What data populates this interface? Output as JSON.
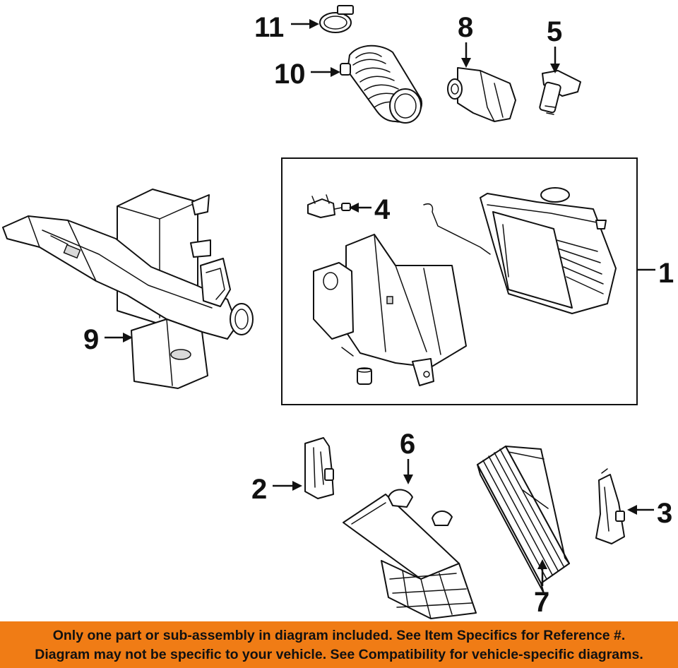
{
  "diagram": {
    "callouts": [
      "1",
      "2",
      "3",
      "4",
      "5",
      "6",
      "7",
      "8",
      "9",
      "10",
      "11"
    ]
  },
  "banner": {
    "line1": "Only one part or sub-assembly in diagram included. See Item Specifics for Reference #.",
    "line2": "Diagram may not be specific to your vehicle. See Compatibility for vehicle-specific diagrams."
  },
  "colors": {
    "banner_background": "#f07c15",
    "line_art": "#111111",
    "background": "#ffffff"
  }
}
